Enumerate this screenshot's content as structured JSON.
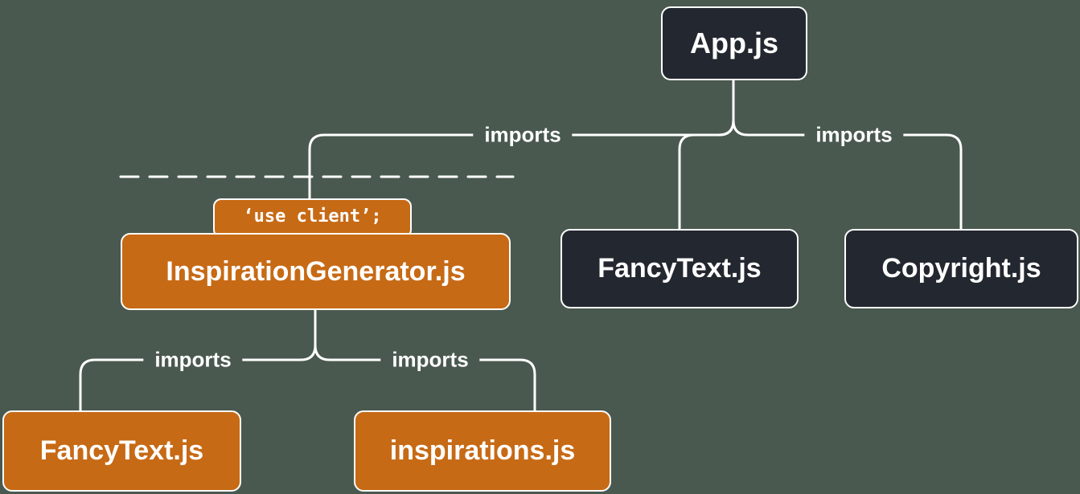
{
  "diagram": {
    "colors": {
      "background": "#4A594F",
      "server_node_fill": "#23272F",
      "client_node_fill": "#C76A15",
      "node_border": "#FFFFFF",
      "line": "#FFFFFF",
      "text": "#FFFFFF"
    },
    "nodes": {
      "app": {
        "label": "App.js",
        "type": "server"
      },
      "inspiration_generator": {
        "label": "InspirationGenerator.js",
        "type": "client",
        "directive": "‘use client’;"
      },
      "fancy_text_top": {
        "label": "FancyText.js",
        "type": "server"
      },
      "copyright": {
        "label": "Copyright.js",
        "type": "server"
      },
      "fancy_text_bottom": {
        "label": "FancyText.js",
        "type": "client"
      },
      "inspirations": {
        "label": "inspirations.js",
        "type": "client"
      }
    },
    "edges": [
      {
        "from": "App.js",
        "to": "InspirationGenerator.js",
        "label": "imports"
      },
      {
        "from": "App.js",
        "to": "FancyText.js",
        "label": ""
      },
      {
        "from": "App.js",
        "to": "Copyright.js",
        "label": "imports"
      },
      {
        "from": "InspirationGenerator.js",
        "to": "FancyText.js",
        "label": "imports"
      },
      {
        "from": "InspirationGenerator.js",
        "to": "inspirations.js",
        "label": "imports"
      }
    ]
  }
}
